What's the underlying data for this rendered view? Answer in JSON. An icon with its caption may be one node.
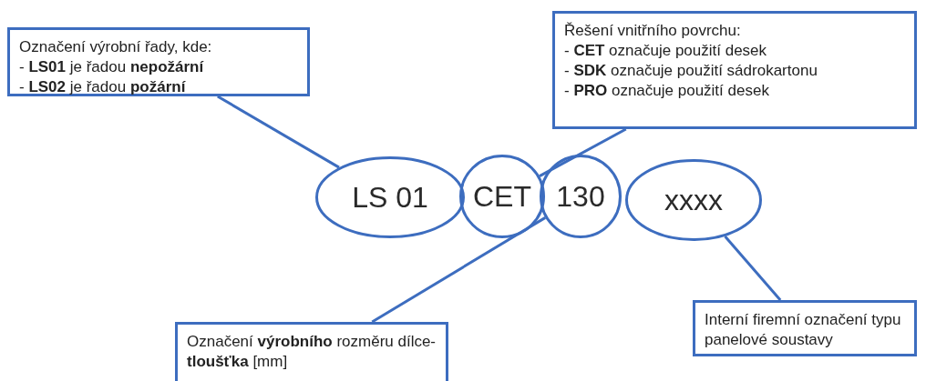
{
  "diagram": {
    "nodes": [
      {
        "text": [
          "Označení výrobní řady, kde:",
          "- **LS01** je řadou **nepožární**",
          "- **LS02** je řadou **požární**"
        ]
      },
      {
        "text": [
          "Řešení vnitřního povrchu:",
          "- **CET** označuje použití desek",
          "- **SDK** označuje použití sádrokartonu",
          "- **PRO** označuje použití desek"
        ]
      },
      {
        "text": [
          "LS 01"
        ]
      },
      {
        "text": [
          "CET"
        ]
      },
      {
        "text": [
          "130"
        ]
      },
      {
        "text": [
          "xxxx"
        ]
      },
      {
        "text": [
          "Označení **výrobního** rozměru dílce- **tloušťka** [mm]"
        ]
      },
      {
        "text": [
          "Interní firemní označení typu panelové soustavy"
        ]
      }
    ],
    "edges": [
      {
        "from": 0,
        "to": 2,
        "arrow": "none"
      },
      {
        "from": 1,
        "to": 3,
        "arrow": "none"
      },
      {
        "from": 6,
        "to": 4,
        "arrow": "none"
      },
      {
        "from": 7,
        "to": 5,
        "arrow": "none"
      }
    ]
  }
}
